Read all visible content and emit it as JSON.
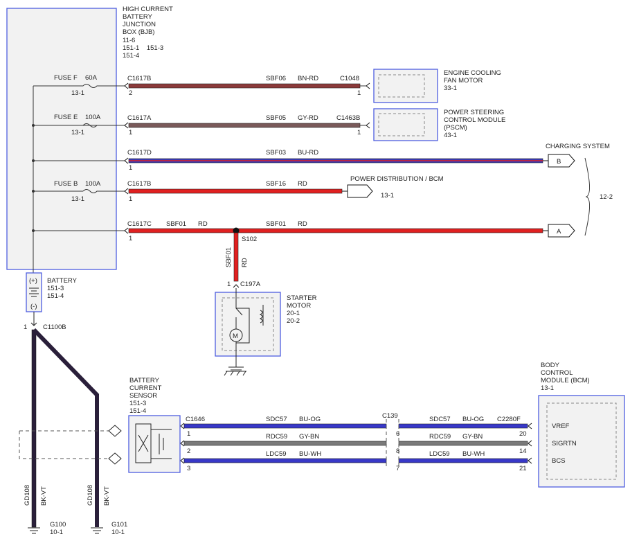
{
  "colors": {
    "brown_red": "#8b3a3a",
    "gray_red": "#7a5a5a",
    "blue_red": "#3a3ab8",
    "red": "#e02020",
    "blue": "#3838c8",
    "gray": "#7a7a7a",
    "black_violet": "#2a1f3a",
    "box_border": "#4d5de0"
  },
  "bjb": {
    "title": [
      "HIGH CURRENT",
      "BATTERY",
      "JUNCTION",
      "BOX (BJB)"
    ],
    "refs": [
      "11-6",
      "151-1    151-3",
      "151-4"
    ]
  },
  "fuses": [
    {
      "name": "FUSE F",
      "rating": "60A",
      "ref": "13-1"
    },
    {
      "name": "FUSE E",
      "rating": "100A",
      "ref": "13-1"
    },
    {
      "name": "FUSE B",
      "rating": "100A",
      "ref": "13-1"
    }
  ],
  "circuits": [
    {
      "connector": "C1617B",
      "pin": "2",
      "circuit": "SBF06",
      "color": "BN-RD",
      "far_connector": "C1048",
      "far_pin": "1"
    },
    {
      "connector": "C1617A",
      "pin": "1",
      "circuit": "SBF05",
      "color": "GY-RD",
      "far_connector": "C1463B",
      "far_pin": "1"
    },
    {
      "connector": "C1617D",
      "pin": "1",
      "circuit": "SBF03",
      "color": "BU-RD"
    },
    {
      "connector": "C1617B",
      "pin": "1",
      "circuit": "SBF16",
      "color": "RD"
    },
    {
      "connector": "C1617C",
      "pin": "1",
      "circuit": "SBF01",
      "color": "RD",
      "circuit_right": "SBF01",
      "color_right": "RD"
    }
  ],
  "devices": {
    "fan": {
      "lines": [
        "ENGINE COOLING",
        "FAN MOTOR",
        "33-1"
      ]
    },
    "pscm": {
      "lines": [
        "POWER STEERING",
        "CONTROL MODULE",
        "(PSCM)",
        "43-1"
      ]
    },
    "charging": {
      "label": "CHARGING SYSTEM",
      "tag_b": "B",
      "tag_a": "A",
      "ref": "12-2"
    },
    "pd": {
      "label": "POWER DISTRIBUTION / BCM",
      "ref": "13-1"
    },
    "splice": "S102",
    "starter_wire": {
      "circuit": "SBF01",
      "color": "RD",
      "pin": "1",
      "connector": "C197A"
    },
    "starter": {
      "lines": [
        "STARTER",
        "MOTOR",
        "20-1",
        "20-2"
      ]
    },
    "battery": {
      "lines": [
        "BATTERY",
        "151-3",
        "151-4"
      ],
      "pos": "(+)",
      "neg": "(-)",
      "pin": "1",
      "connector": "C1100B"
    },
    "bcs": {
      "lines": [
        "BATTERY",
        "CURRENT",
        "SENSOR",
        "151-3",
        "151-4"
      ]
    },
    "bcm": {
      "lines": [
        "BODY",
        "CONTROL",
        "MODULE (BCM)",
        "13-1"
      ]
    }
  },
  "grounds": [
    {
      "circuit": "GD108",
      "color": "BK-VT",
      "ground": "G100",
      "ref": "10-1"
    },
    {
      "circuit": "GD108",
      "color": "BK-VT",
      "ground": "G101",
      "ref": "10-1"
    }
  ],
  "bottom": {
    "c_left": "C1646",
    "c_mid": "C139",
    "c_right": "C2280F",
    "wires": [
      {
        "circuit": "SDC57",
        "color": "BU-OG",
        "pin_left": "1",
        "pin_mid": "6",
        "pin_right": "20",
        "bcm_pin": "VREF"
      },
      {
        "circuit": "RDC59",
        "color": "GY-BN",
        "pin_left": "2",
        "pin_mid": "8",
        "pin_right": "14",
        "bcm_pin": "SIGRTN"
      },
      {
        "circuit": "LDC59",
        "color": "BU-WH",
        "pin_left": "3",
        "pin_mid": "7",
        "pin_right": "21",
        "bcm_pin": "BCS"
      }
    ]
  }
}
